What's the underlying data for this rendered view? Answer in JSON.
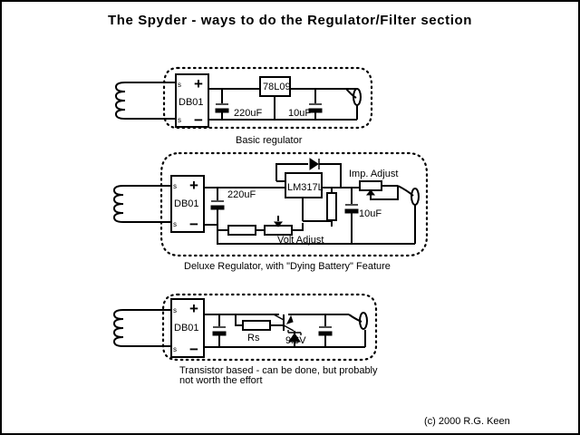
{
  "title": "The Spyder - ways to do the Regulator/Filter section",
  "sections": {
    "basic": {
      "bridge": "DB01",
      "regulator": "78L09",
      "cap_in": "220uF",
      "cap_out": "10uF",
      "caption": "Basic regulator"
    },
    "deluxe": {
      "bridge": "DB01",
      "regulator": "LM317L",
      "cap_in": "220uF",
      "cap_out": "10uF",
      "imp_adjust": "Imp. Adjust",
      "volt_adjust": "Volt Adjust",
      "caption": "Deluxe Regulator, with \"Dying Battery\" Feature"
    },
    "transistor": {
      "bridge": "DB01",
      "resistor": "Rs",
      "zener": "9.6V",
      "caption_line1": "Transistor based - can be done, but probably",
      "caption_line2": "not worth the effort"
    }
  },
  "pins": {
    "plus": "+",
    "minus": "−",
    "s": "s"
  },
  "copyright": "(c) 2000 R.G. Keen"
}
